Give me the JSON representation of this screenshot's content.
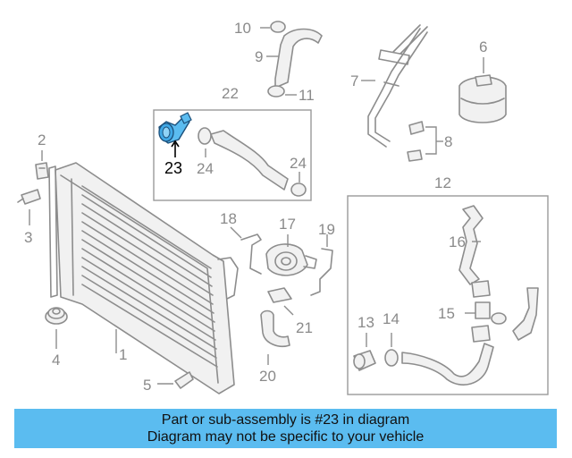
{
  "callouts": {
    "c1": "1",
    "c2": "2",
    "c3": "3",
    "c4": "4",
    "c5": "5",
    "c6": "6",
    "c7": "7",
    "c8": "8",
    "c9": "9",
    "c10": "10",
    "c11": "11",
    "c12": "12",
    "c13": "13",
    "c14": "14",
    "c15": "15",
    "c16": "16",
    "c17": "17",
    "c18": "18",
    "c19": "19",
    "c20": "20",
    "c21": "21",
    "c22": "22",
    "c23": "23",
    "c24a": "24",
    "c24b": "24"
  },
  "highlight": {
    "part_number": "23",
    "color": "#5bbcf0"
  },
  "banner": {
    "line1": "Part or sub-assembly is #23 in diagram",
    "line2": "Diagram may not be specific to your vehicle",
    "background": "#5bbcf0"
  },
  "colors": {
    "line_art": "#8d8d8d",
    "label": "#8a8a8a"
  }
}
